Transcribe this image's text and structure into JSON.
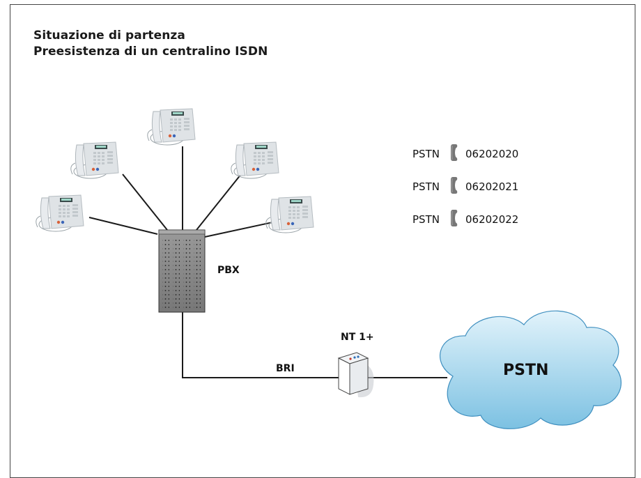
{
  "header": {
    "title": "Situazione di partenza",
    "subtitle": "Preesistenza di un centralino ISDN"
  },
  "labels": {
    "pbx": "PBX",
    "bri": "BRI",
    "nt": "NT 1+",
    "cloud": "PSTN"
  },
  "numbers": [
    {
      "network": "PSTN",
      "number": "06202020"
    },
    {
      "network": "PSTN",
      "number": "06202021"
    },
    {
      "network": "PSTN",
      "number": "06202022"
    }
  ],
  "colors": {
    "cloud_fill_top": "#d6eef9",
    "cloud_fill_bottom": "#7ec3e4",
    "line": "#1a1a1a",
    "pbx_fill": "#8a8a8a"
  },
  "icons": [
    "phone-icon",
    "handset-icon",
    "pbx-icon",
    "nt-device-icon",
    "cloud-icon"
  ]
}
